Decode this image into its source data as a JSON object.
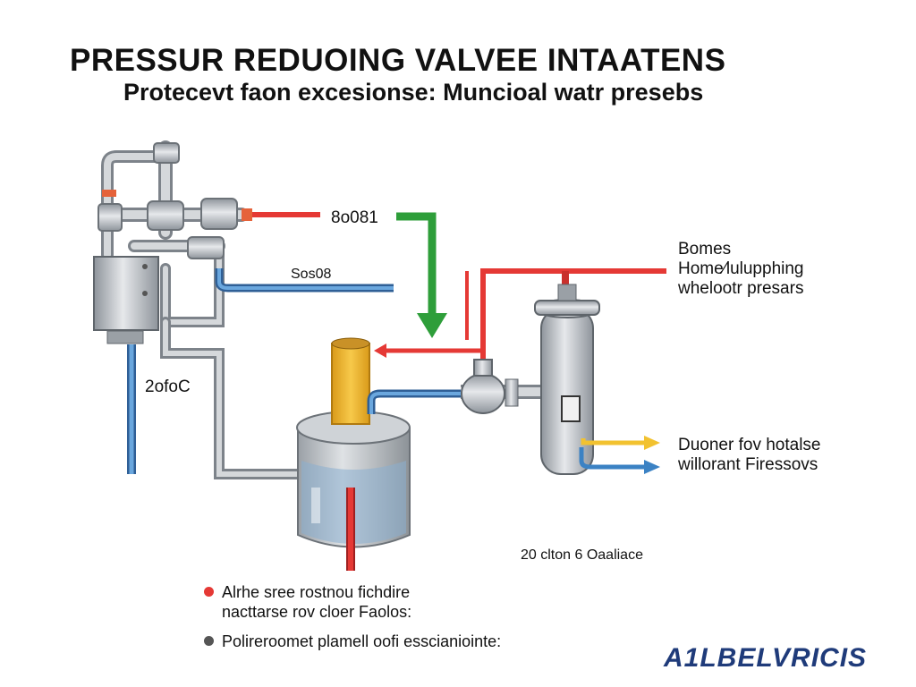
{
  "header": {
    "title": "PRESSUR REDUOING VALVEE INTAATENS",
    "subtitle": "Protecevt faon excesionse: Muncioal watr presebs"
  },
  "labels": {
    "top_gauge": "8o081",
    "blue_line": "Sos08",
    "left_pipe": "2ofoC",
    "right_top": [
      "Bomes",
      "Home∕lulupphing",
      "whelootr presars"
    ],
    "right_bottom": [
      "Duoner fov hotalse",
      "willorant Firessovs"
    ],
    "tank_note": "20 clton 6 Oaaliace"
  },
  "bullets": [
    {
      "text": [
        "Alrhe sree rostnou fichdire",
        "nacttarse rov cloer Faolos:"
      ],
      "color": "#e53935"
    },
    {
      "text": [
        "Polireroomet plamell oofi esscianiointe:"
      ],
      "color": "#555555"
    }
  ],
  "logo": "A1LBELVRICIS",
  "colors": {
    "hot": "#e53935",
    "cold": "#3b82c4",
    "flow_arrow": "#2e9e3a",
    "yellow": "#f2c230",
    "metal": "#b8bcc2",
    "logo": "#1f3b7a"
  }
}
